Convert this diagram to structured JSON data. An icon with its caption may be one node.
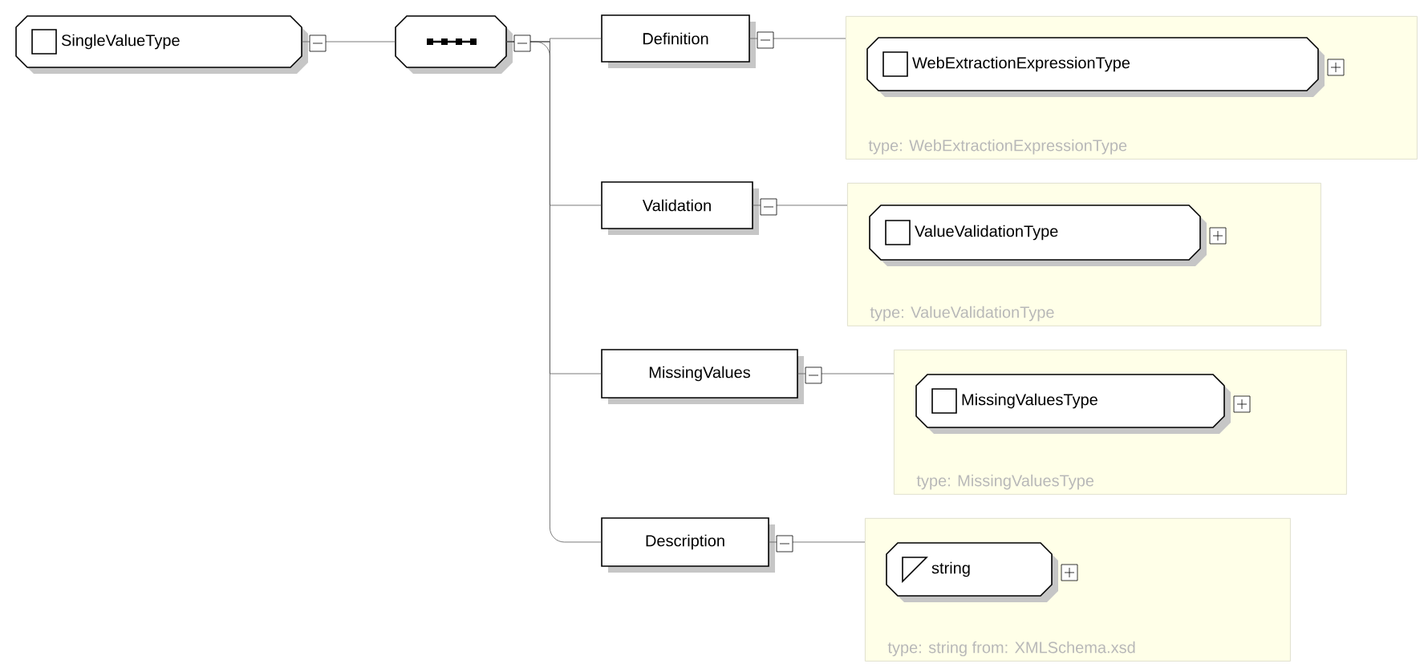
{
  "diagram": {
    "nodes": [
      {
        "text": [
          "SingleValueType"
        ]
      },
      {
        "text": [],
        "shape": "octagon"
      },
      {
        "text": [
          "Definition"
        ]
      },
      {
        "text": [
          "type: WebExtractionExpressionType"
        ]
      },
      {
        "text": [
          "WebExtractionExpressionType"
        ],
        "in": 3
      },
      {
        "text": [
          "Validation"
        ]
      },
      {
        "text": [
          "type: ValueValidationType"
        ]
      },
      {
        "text": [
          "ValueValidationType"
        ],
        "in": 6
      },
      {
        "text": [
          "MissingValues"
        ]
      },
      {
        "text": [
          "type: MissingValuesType"
        ]
      },
      {
        "text": [
          "MissingValuesType"
        ],
        "in": 9
      },
      {
        "text": [
          "Description"
        ]
      },
      {
        "text": [
          "type: string from: XMLSchema.xsd"
        ]
      },
      {
        "text": [
          "string"
        ],
        "in": 12
      }
    ],
    "edges": [
      {
        "from": 0,
        "to": 1,
        "arrow": "none"
      },
      {
        "from": 1,
        "to": 2,
        "arrow": "none"
      },
      {
        "from": 1,
        "to": 5,
        "arrow": "none"
      },
      {
        "from": 1,
        "to": 8,
        "arrow": "none"
      },
      {
        "from": 1,
        "to": 11,
        "arrow": "none"
      },
      {
        "from": 2,
        "to": 3,
        "arrow": "none"
      },
      {
        "from": 5,
        "to": 6,
        "arrow": "none"
      },
      {
        "from": 8,
        "to": 9,
        "arrow": "none"
      },
      {
        "from": 11,
        "to": 12,
        "arrow": "none"
      }
    ]
  }
}
